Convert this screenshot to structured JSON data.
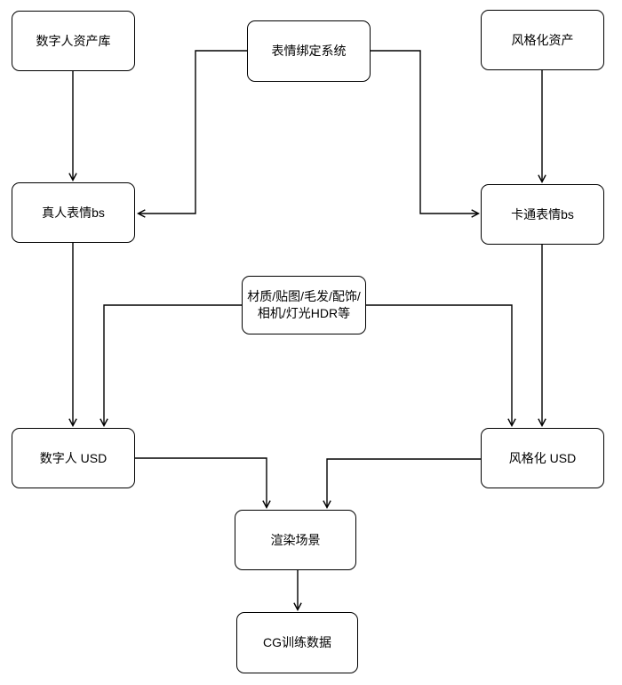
{
  "diagram": {
    "background_color": "#ffffff",
    "node_fill_color": "#ffffff",
    "node_border_color": "#000000",
    "connector_color": "#000000",
    "text_color": "#000000",
    "nodes": {
      "library": {
        "label": "数字人资产库"
      },
      "binding": {
        "label": "表情绑定系统"
      },
      "stylized_assets": {
        "label": "风格化资产"
      },
      "real_bs": {
        "label": "真人表情bs"
      },
      "cartoon_bs": {
        "label": "卡通表情bs"
      },
      "materials": {
        "label_line1": "材质/贴图/毛发/配饰/",
        "label_line2": "相机/灯光HDR等"
      },
      "dh_usd": {
        "label": "数字人 USD"
      },
      "st_usd": {
        "label": "风格化 USD"
      },
      "render": {
        "label": "渲染场景"
      },
      "cg": {
        "label": "CG训练数据"
      }
    },
    "edges": [
      {
        "from": "数字人资产库",
        "to": "真人表情bs"
      },
      {
        "from": "表情绑定系统",
        "to": "真人表情bs"
      },
      {
        "from": "表情绑定系统",
        "to": "卡通表情bs"
      },
      {
        "from": "风格化资产",
        "to": "卡通表情bs"
      },
      {
        "from": "真人表情bs",
        "to": "数字人 USD"
      },
      {
        "from": "材质/贴图/毛发/配饰/相机/灯光HDR等",
        "to": "数字人 USD"
      },
      {
        "from": "材质/贴图/毛发/配饰/相机/灯光HDR等",
        "to": "风格化 USD"
      },
      {
        "from": "卡通表情bs",
        "to": "风格化 USD"
      },
      {
        "from": "数字人 USD",
        "to": "渲染场景"
      },
      {
        "from": "风格化 USD",
        "to": "渲染场景"
      },
      {
        "from": "渲染场景",
        "to": "CG训练数据"
      }
    ]
  }
}
